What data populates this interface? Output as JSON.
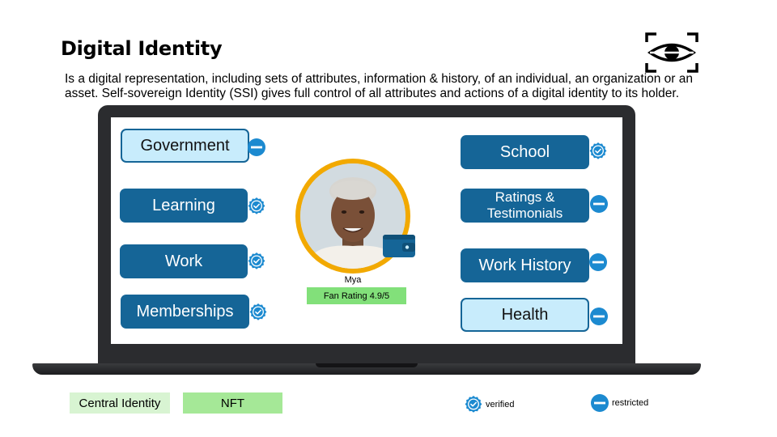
{
  "header": {
    "title": "Digital Identity",
    "description": "Is a digital representation, including sets of attributes, information & history, of an individual, an organization or an asset. Self-sovereign Identity (SSI) gives full control of all attributes and actions of a digital identity to its holder."
  },
  "profile": {
    "name": "Mya",
    "rating": "Fan Rating 4.9/5"
  },
  "attributes": {
    "government": {
      "label": "Government",
      "status": "restricted"
    },
    "learning": {
      "label": "Learning",
      "status": "verified"
    },
    "work": {
      "label": "Work",
      "status": "verified"
    },
    "memberships": {
      "label": "Memberships",
      "status": "verified"
    },
    "school": {
      "label": "School",
      "status": "verified"
    },
    "ratings": {
      "label_line1": "Ratings &",
      "label_line2": "Testimonials",
      "status": "restricted"
    },
    "work_history": {
      "label": "Work History",
      "status": "restricted"
    },
    "health": {
      "label": "Health",
      "status": "restricted"
    }
  },
  "legend": {
    "central_identity": "Central Identity",
    "nft": "NFT",
    "verified": "verified",
    "restricted": "restricted"
  },
  "colors": {
    "pill_dark": "#156597",
    "pill_light": "#c8ecfc",
    "badge_blue": "#1c8ad0",
    "ring": "#f2a900",
    "central_identity": "#d8f4d2",
    "nft": "#a5e897",
    "fan_rating": "#82e07a"
  },
  "icons": {
    "logo": "eye-scan-icon",
    "verified": "verified-check-badge-icon",
    "restricted": "minus-circle-icon",
    "wallet": "wallet-icon"
  }
}
